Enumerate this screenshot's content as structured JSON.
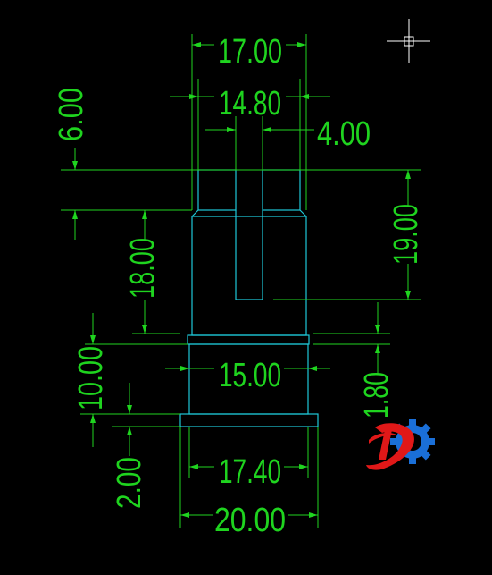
{
  "drawing": {
    "dimensions": {
      "d_17_00_top": "17.00",
      "d_14_80": "14.80",
      "d_4_00": "4.00",
      "d_6_00": "6.00",
      "d_19_00": "19.00",
      "d_18_00": "18.00",
      "d_10_00": "10.00",
      "d_15_00": "15.00",
      "d_1_80": "1.80",
      "d_2_00": "2.00",
      "d_17_40": "17.40",
      "d_20_00": "20.00"
    },
    "colors": {
      "background": "#000000",
      "dimension_lines": "#1fd41f",
      "part_outline": "#1ec8d8",
      "logo_red": "#e01818",
      "logo_blue": "#1a6fd8",
      "cursor": "#ffffff"
    },
    "icons": {
      "cursor": "crosshair-cursor-icon",
      "logo": "company-gear-logo-icon"
    }
  }
}
